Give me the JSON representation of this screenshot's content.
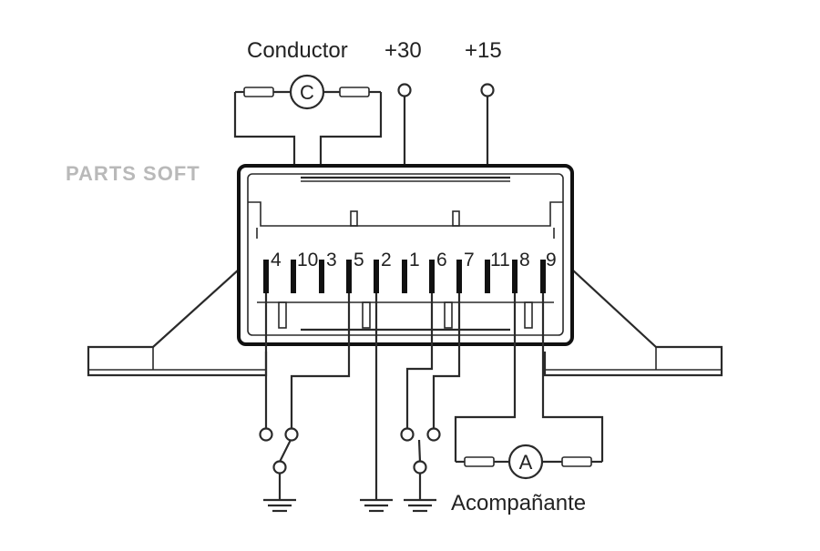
{
  "watermark": "PARTS SOFT",
  "labels": {
    "conductor": "Conductor",
    "plus30": "+30",
    "plus15": "+15",
    "acompanante": "Acompañante",
    "motor_c": "C",
    "motor_a": "A"
  },
  "pins": [
    "4",
    "10",
    "3",
    "5",
    "2",
    "1",
    "6",
    "7",
    "11",
    "8",
    "9"
  ]
}
